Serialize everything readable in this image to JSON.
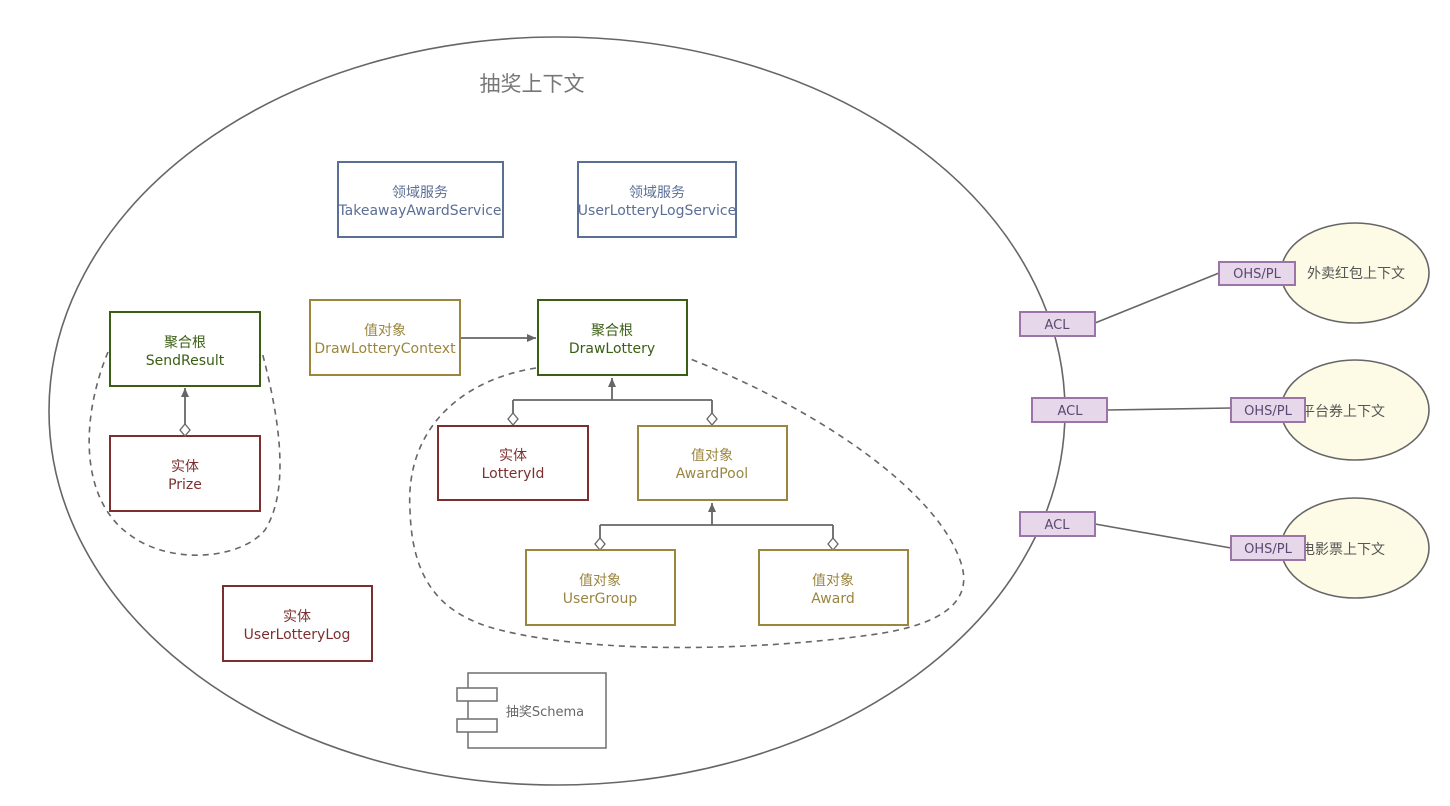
{
  "context": {
    "title": "抽奖上下文"
  },
  "services": [
    {
      "kind": "领域服务",
      "name": "TakeawayAwardService"
    },
    {
      "kind": "领域服务",
      "name": "UserLotteryLogService"
    }
  ],
  "aggregates": {
    "send_result": {
      "kind": "聚合根",
      "name": "SendResult"
    },
    "draw_lottery": {
      "kind": "聚合根",
      "name": "DrawLottery"
    }
  },
  "value_objects": {
    "draw_lottery_context": {
      "kind": "值对象",
      "name": "DrawLotteryContext"
    },
    "award_pool": {
      "kind": "值对象",
      "name": "AwardPool"
    },
    "user_group": {
      "kind": "值对象",
      "name": "UserGroup"
    },
    "award": {
      "kind": "值对象",
      "name": "Award"
    }
  },
  "entities": {
    "prize": {
      "kind": "实体",
      "name": "Prize"
    },
    "lottery_id": {
      "kind": "实体",
      "name": "LotteryId"
    },
    "user_lottery_log": {
      "kind": "实体",
      "name": "UserLotteryLog"
    }
  },
  "component": {
    "label": "抽奖Schema"
  },
  "integrations": [
    {
      "acl": "ACL",
      "ohs": "OHS/PL",
      "context": "外卖红包上下文"
    },
    {
      "acl": "ACL",
      "ohs": "OHS/PL",
      "context": "平台券上下文"
    },
    {
      "acl": "ACL",
      "ohs": "OHS/PL",
      "context": "电影票上下文"
    }
  ],
  "colors": {
    "service": "#5b6f95",
    "aggregate": "#3a5e14",
    "value_object": "#9b8640",
    "entity": "#7d2f2f",
    "acl_border": "#9c74a8",
    "acl_fill": "#e6d7ea",
    "context_fill": "#fdfbe6",
    "line": "#666666"
  }
}
